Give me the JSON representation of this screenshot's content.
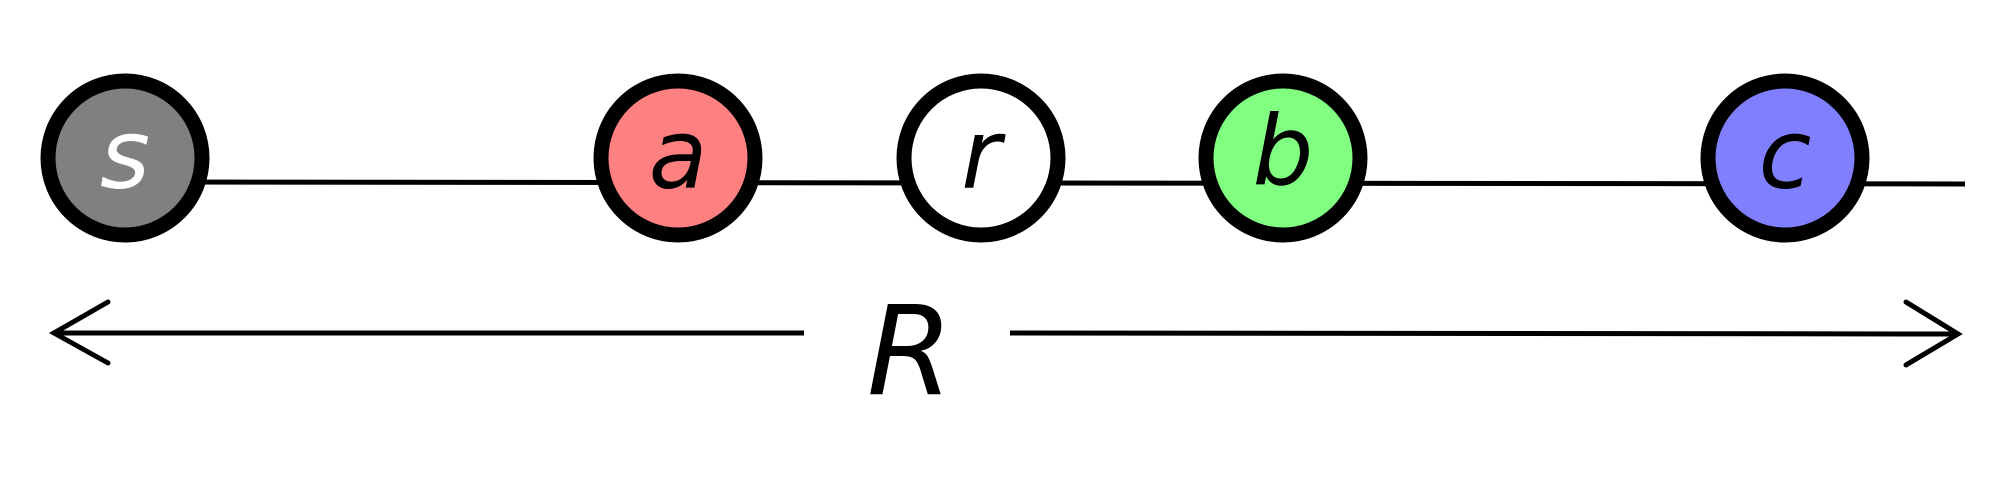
{
  "diagram": {
    "nodes": [
      {
        "id": "s",
        "label": "s",
        "fill": "#808080",
        "text_color": "#ffffff"
      },
      {
        "id": "a",
        "label": "a",
        "fill": "#ff8080",
        "text_color": "#000000"
      },
      {
        "id": "r",
        "label": "r",
        "fill": "#ffffff",
        "text_color": "#000000"
      },
      {
        "id": "b",
        "label": "b",
        "fill": "#80ff80",
        "text_color": "#000000"
      },
      {
        "id": "c",
        "label": "c",
        "fill": "#8080ff",
        "text_color": "#000000"
      }
    ],
    "range": {
      "label": "R"
    },
    "colors": {
      "stroke": "#000000",
      "background": "#ffffff"
    }
  }
}
